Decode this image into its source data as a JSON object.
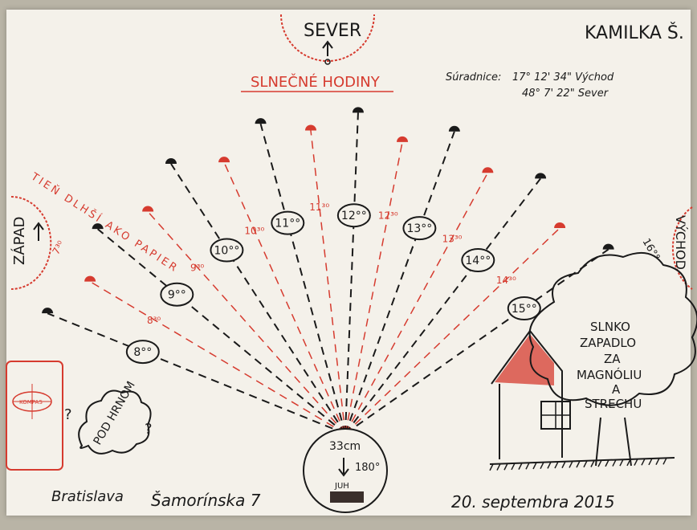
{
  "title": "SLNEČNÉ HODINY",
  "author": "KAMILKA Š.",
  "north_label": "SEVER",
  "west_label": "ZÁPAD",
  "east_label": "VÝCHOD",
  "coordinates": {
    "label": "Súradnice:",
    "lon": "17° 12' 34\" Východ",
    "lat": "48° 7' 22\" Sever"
  },
  "hours": [
    {
      "label": "8°°",
      "color": "ink"
    },
    {
      "label": "8³⁰",
      "color": "red"
    },
    {
      "label": "9°°",
      "color": "ink"
    },
    {
      "label": "9³⁰",
      "color": "red"
    },
    {
      "label": "10°°",
      "color": "ink"
    },
    {
      "label": "10³⁰",
      "color": "red"
    },
    {
      "label": "11°°",
      "color": "ink"
    },
    {
      "label": "11³⁰",
      "color": "red"
    },
    {
      "label": "12°°",
      "color": "ink"
    },
    {
      "label": "12³⁰",
      "color": "red"
    },
    {
      "label": "13°°",
      "color": "ink"
    },
    {
      "label": "13³⁰",
      "color": "red"
    },
    {
      "label": "14°°",
      "color": "ink"
    },
    {
      "label": "14³⁰",
      "color": "red"
    },
    {
      "label": "15°°",
      "color": "ink"
    }
  ],
  "extra_labels": {
    "seven_thirty": "7³⁰",
    "sixteen": "16°°"
  },
  "note_shadow": "TIEŇ DLHŠÍ AKO PAPIER",
  "cloud_text": "POD HRNOM",
  "question": "?",
  "kompas": "KOMPAS",
  "tree_text": [
    "SLNKO",
    "ZAPADLO",
    "ZA",
    "MAGNÓLIU",
    "A",
    "STRECHU"
  ],
  "center": {
    "distance": "33cm",
    "south": "JUH",
    "angle": "180°"
  },
  "footer": {
    "city": "Bratislava",
    "street": "Šamorínska 7",
    "date": "20. septembra 2015"
  },
  "colors": {
    "ink": "#1a1a1a",
    "red": "#d63b2f",
    "paper": "#f4f1ea"
  }
}
